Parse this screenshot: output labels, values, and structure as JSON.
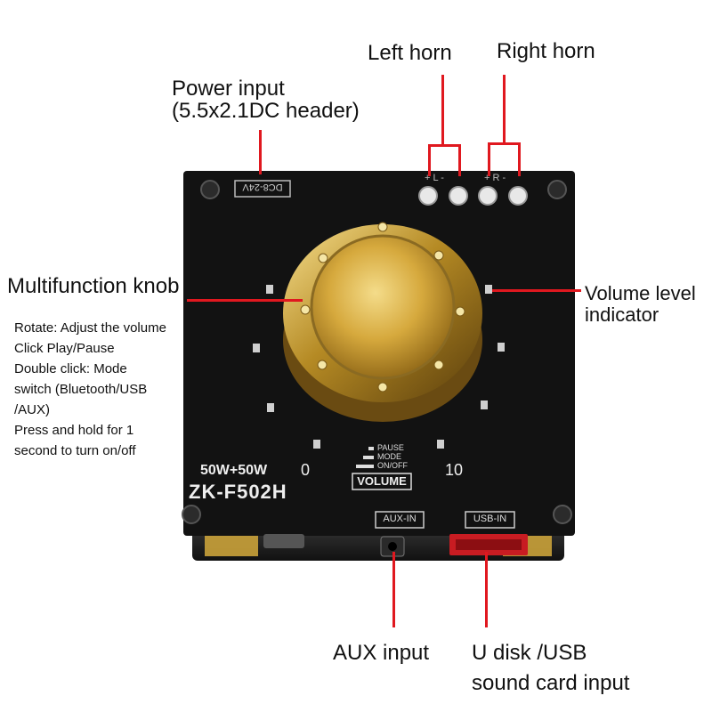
{
  "annotations": {
    "left_horn": "Left horn",
    "right_horn": "Right horn",
    "power_input_line1": "Power input",
    "power_input_line2": "(5.5x2.1DC header)",
    "multifunction_knob": "Multifunction knob",
    "volume_indicator_line1": "Volume level",
    "volume_indicator_line2": "indicator",
    "aux_input": "AUX input",
    "usb_input_line1": "U disk /USB",
    "usb_input_line2": "sound card input"
  },
  "knob_functions": [
    "Rotate: Adjust the volume",
    "Click Play/Pause",
    "Double click: Mode",
    "switch (Bluetooth/USB",
    "/AUX)",
    "Press and hold for 1",
    "second to turn on/off"
  ],
  "board": {
    "dc_label": "DC8-24V",
    "power_rating": "50W+50W",
    "model": "ZK-F502H",
    "scale_min": "0",
    "scale_max": "10",
    "volume_label": "VOLUME",
    "mode_pause": "PAUSE",
    "mode_mode": "MODE",
    "mode_onoff": "ON/OFF",
    "aux_in_label": "AUX-IN",
    "usb_in_label": "USB-IN",
    "terminal_left": "+ L -",
    "terminal_right": "+ R -"
  },
  "colors": {
    "annotation_line": "#e0181f",
    "board": "#121212",
    "knob_gold": "#d9b04a"
  }
}
